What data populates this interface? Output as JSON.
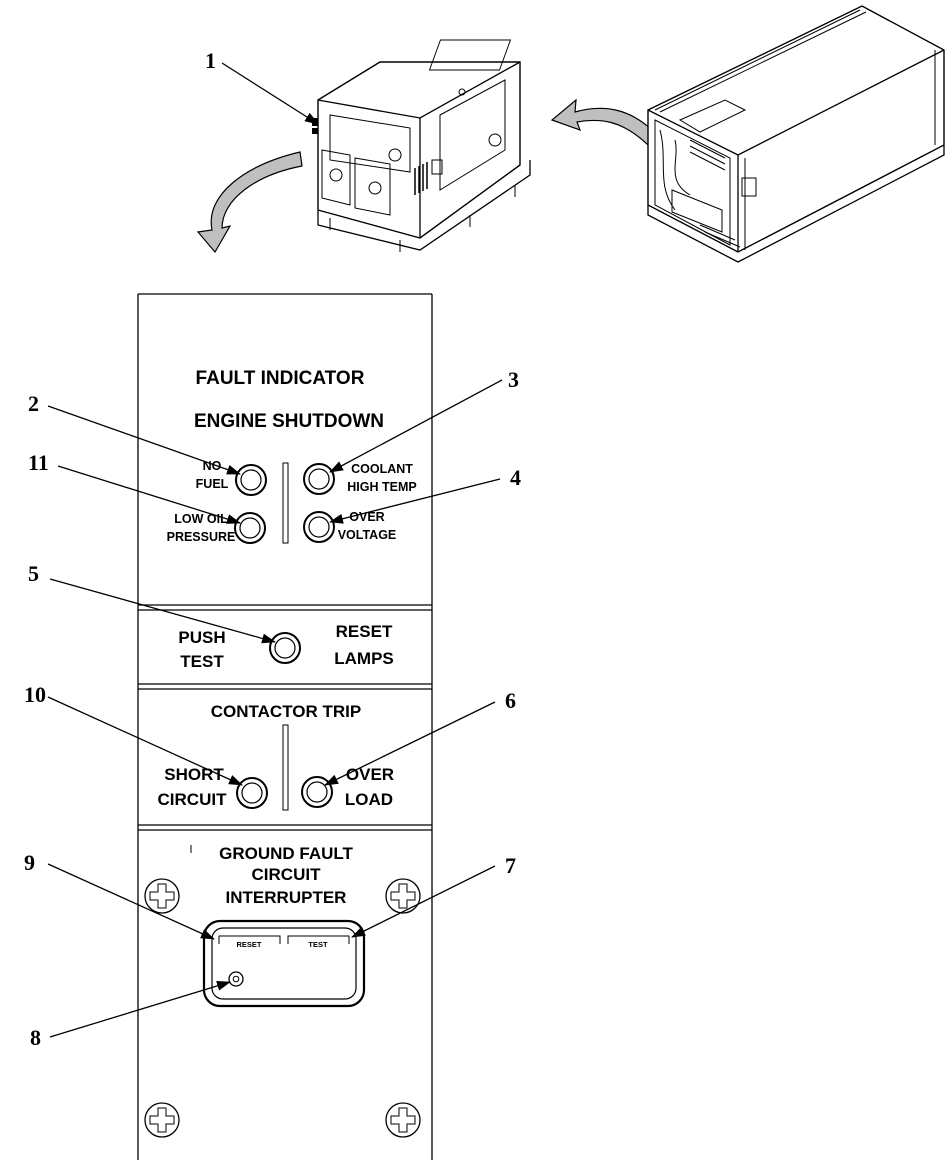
{
  "panel": {
    "fault_title_1": "FAULT INDICATOR",
    "fault_title_2": "ENGINE SHUTDOWN",
    "no_fuel_1": "NO",
    "no_fuel_2": "FUEL",
    "coolant_1": "COOLANT",
    "coolant_2": "HIGH TEMP",
    "low_oil_1": "LOW OIL",
    "low_oil_2": "PRESSURE",
    "over_voltage_1": "OVER",
    "over_voltage_2": "VOLTAGE",
    "push_1": "PUSH",
    "push_2": "TEST",
    "reset_1": "RESET",
    "reset_2": "LAMPS",
    "contactor_title": "CONTACTOR TRIP",
    "short_1": "SHORT",
    "short_2": "CIRCUIT",
    "overload_1": "OVER",
    "overload_2": "LOAD",
    "gfci_1": "GROUND FAULT",
    "gfci_2": "CIRCUIT",
    "gfci_3": "INTERRUPTER",
    "gfci_reset": "RESET",
    "gfci_test": "TEST"
  },
  "callouts": {
    "c1": "1",
    "c2": "2",
    "c3": "3",
    "c4": "4",
    "c5": "5",
    "c6": "6",
    "c7": "7",
    "c8": "8",
    "c9": "9",
    "c10": "10",
    "c11": "11"
  }
}
